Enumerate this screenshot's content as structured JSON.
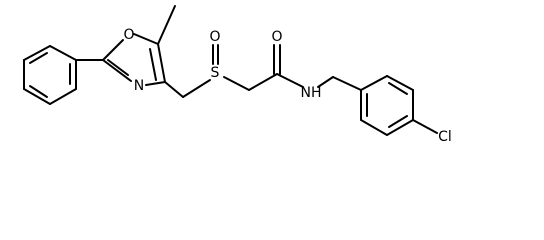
{
  "molecule": {
    "atoms": {
      "ring_oxygen": "O",
      "ring_nitrogen": "N",
      "sulfur": "S",
      "sulfinyl_oxygen": "O",
      "carbonyl_oxygen": "O",
      "amide_nitrogen": "NH",
      "chlorine": "Cl"
    }
  },
  "colors": {
    "bond": "#000000",
    "label": "#000000",
    "background": "#ffffff"
  }
}
